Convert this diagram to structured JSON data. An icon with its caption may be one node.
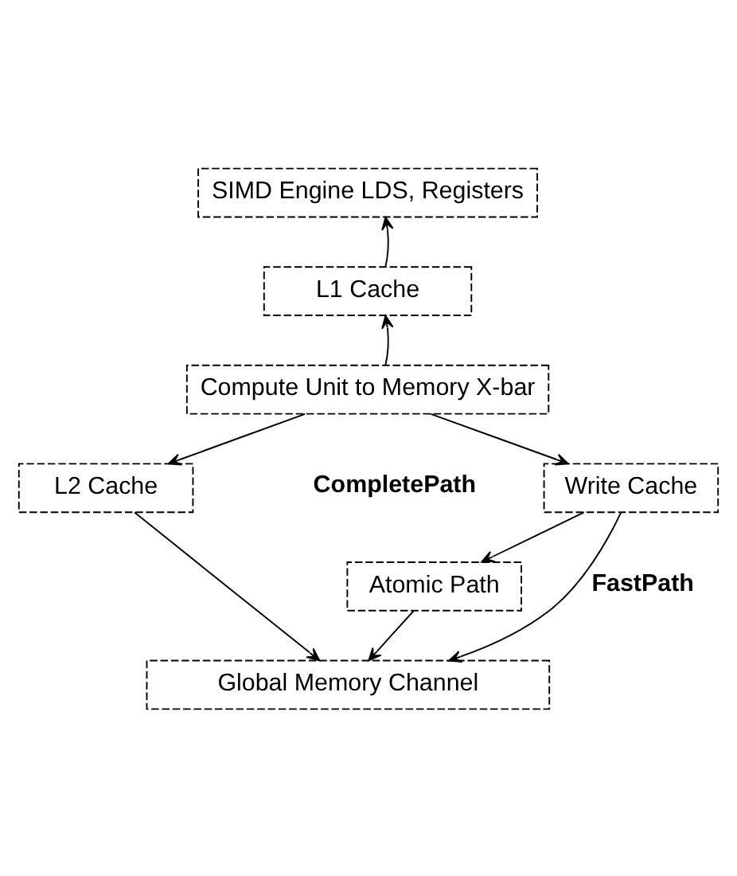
{
  "diagram": {
    "nodes": [
      {
        "text": [
          "SIMD Engine LDS, Registers"
        ]
      },
      {
        "text": [
          "L1 Cache"
        ]
      },
      {
        "text": [
          "Compute Unit to Memory X-bar"
        ]
      },
      {
        "text": [
          "L2 Cache"
        ]
      },
      {
        "text": [
          "Write Cache"
        ]
      },
      {
        "text": [
          "Atomic Path"
        ]
      },
      {
        "text": [
          "Global Memory Channel"
        ]
      }
    ],
    "edges": [
      {
        "from": 1,
        "to": 0,
        "arrow": "to"
      },
      {
        "from": 2,
        "to": 1,
        "arrow": "to"
      },
      {
        "from": 2,
        "to": 3,
        "arrow": "to"
      },
      {
        "from": 2,
        "to": 4,
        "arrow": "to"
      },
      {
        "from": 3,
        "to": 6,
        "arrow": "to"
      },
      {
        "from": 4,
        "to": 5,
        "arrow": "to"
      },
      {
        "from": 5,
        "to": 6,
        "arrow": "to"
      },
      {
        "from": 4,
        "to": 6,
        "arrow": "to",
        "label": "FastPath"
      }
    ],
    "labels": [
      "CompletePath"
    ]
  }
}
